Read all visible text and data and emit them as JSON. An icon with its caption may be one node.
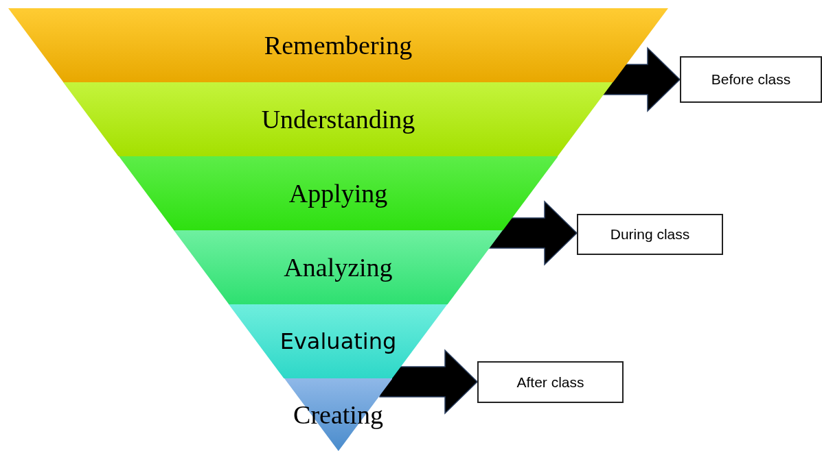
{
  "diagram": {
    "nodes": [
      {
        "text": [
          "Remembering"
        ]
      },
      {
        "text": [
          "Understanding"
        ]
      },
      {
        "text": [
          "Applying"
        ]
      },
      {
        "text": [
          "Analyzing"
        ]
      },
      {
        "text": [
          "Evaluating"
        ]
      },
      {
        "text": [
          "Creating"
        ]
      },
      {
        "text": [
          "Before class"
        ]
      },
      {
        "text": [
          "During class"
        ]
      },
      {
        "text": [
          "After class"
        ]
      }
    ],
    "edges": [
      {
        "from": null,
        "to": 6,
        "arrow": "to"
      },
      {
        "from": null,
        "to": 7,
        "arrow": "to"
      },
      {
        "from": null,
        "to": 8,
        "arrow": "to"
      }
    ]
  }
}
